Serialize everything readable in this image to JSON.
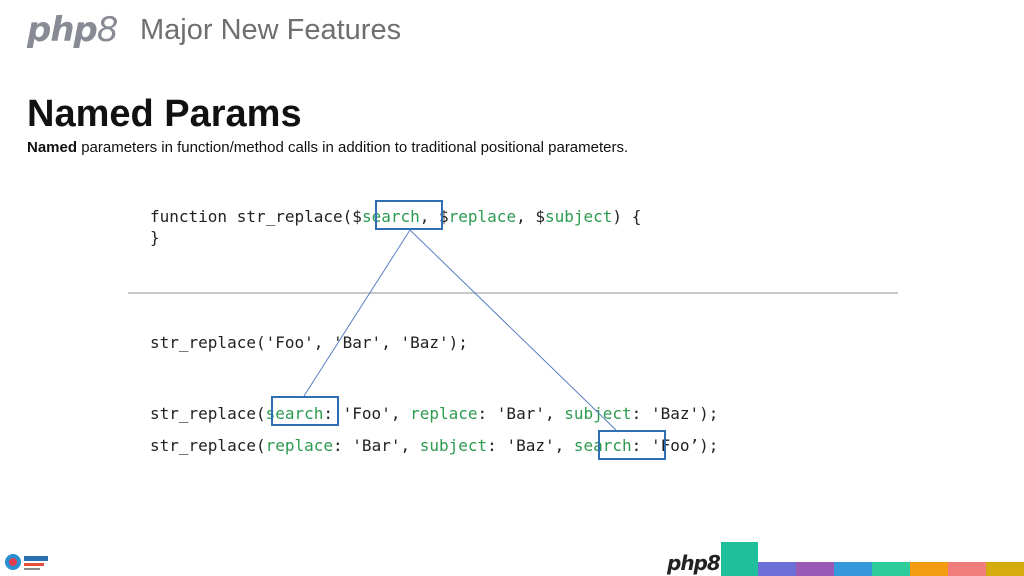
{
  "header": {
    "logo_text": "php",
    "logo_version": "8",
    "section": "Major New Features"
  },
  "slide": {
    "title": "Named Params",
    "subtitle_bold": "Named",
    "subtitle_rest": " parameters in function/method calls in addition to traditional positional parameters."
  },
  "code": {
    "definition": {
      "keyword": "function",
      "name": "str_replace",
      "open": "($",
      "p1": "search",
      "sep1": ", $",
      "p2": "replace",
      "sep2": ", $",
      "p3": "subject",
      "close": ") {",
      "end": "}"
    },
    "positional": "str_replace('Foo', 'Bar', 'Baz');",
    "named1": {
      "fn": "str_replace(",
      "a1": "search",
      "v1": ": 'Foo', ",
      "a2": "replace",
      "v2": ": 'Bar', ",
      "a3": "subject",
      "v3": ": 'Baz');"
    },
    "named2": {
      "fn": "str_replace(",
      "a1": "replace",
      "v1": ": 'Bar', ",
      "a2": "subject",
      "v2": ": 'Baz', ",
      "a3": "search",
      "v3": ": 'Foo’);"
    }
  },
  "footer": {
    "logo_text": "php",
    "logo_version": "8",
    "colors": {
      "teal": "#1fbf9c",
      "stripes": [
        "#6c6fd6",
        "#9b59b6",
        "#3498db",
        "#2ecc9a",
        "#f39c12",
        "#f07c7c",
        "#d4ac0d",
        "#c0392b"
      ]
    }
  }
}
